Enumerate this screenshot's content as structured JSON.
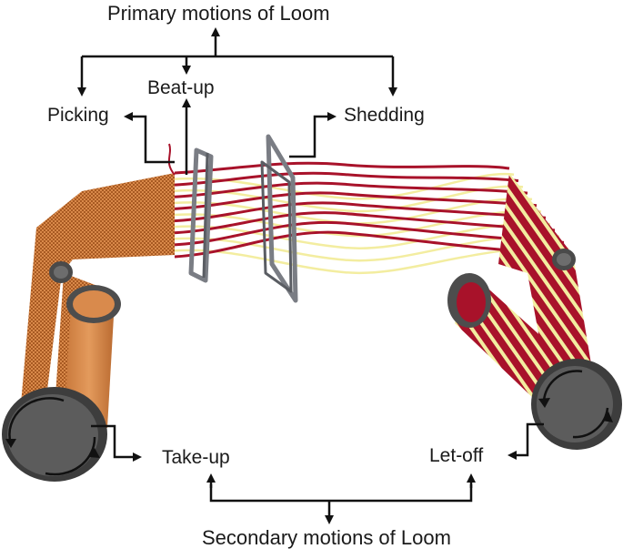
{
  "diagram": {
    "primary_title": "Primary motions of Loom",
    "secondary_title": "Secondary motions of Loom",
    "primary_motions": [
      {
        "id": "picking",
        "label": "Picking"
      },
      {
        "id": "beatup",
        "label": "Beat-up"
      },
      {
        "id": "shedding",
        "label": "Shedding"
      }
    ],
    "secondary_motions": [
      {
        "id": "takeup",
        "label": "Take-up"
      },
      {
        "id": "letoff",
        "label": "Let-off"
      }
    ]
  },
  "colors": {
    "warp_red": "#a8122a",
    "warp_yellow": "#f3eda0",
    "fabric": "#d98a4c",
    "fabric_dark": "#b96a30",
    "roller": "#5b5b5b",
    "roller_dark": "#3f3f3f",
    "heddle_frame": "#7a7d84",
    "arrow": "#111111"
  }
}
